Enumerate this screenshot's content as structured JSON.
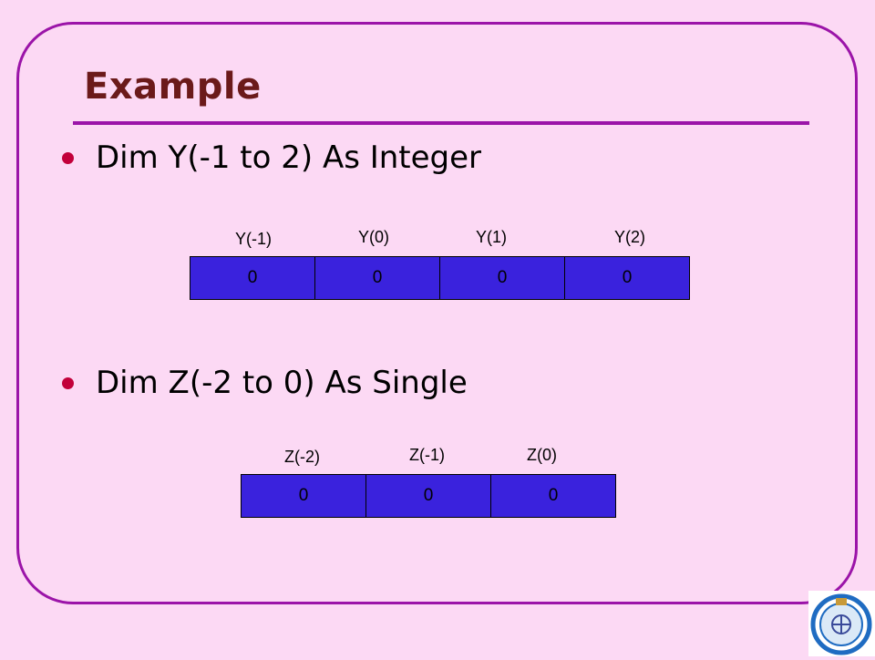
{
  "slide": {
    "title": "Example",
    "bullets": [
      {
        "text": "Dim Y(-1 to 2) As Integer"
      },
      {
        "text": "Dim Z(-2 to 0) As Single"
      }
    ]
  },
  "array_y": {
    "labels": [
      "Y(-1)",
      "Y(0)",
      "Y(1)",
      "Y(2)"
    ],
    "values": [
      "0",
      "0",
      "0",
      "0"
    ]
  },
  "array_z": {
    "labels": [
      "Z(-2)",
      "Z(-1)",
      "Z(0)"
    ],
    "values": [
      "0",
      "0",
      "0"
    ]
  },
  "colors": {
    "background": "#fcd9f4",
    "frame": "#9b14a8",
    "title": "#6b1a1a",
    "bullet": "#c2003a",
    "cell_fill": "#3a22dd"
  },
  "logo": {
    "icon": "university-seal-icon"
  }
}
